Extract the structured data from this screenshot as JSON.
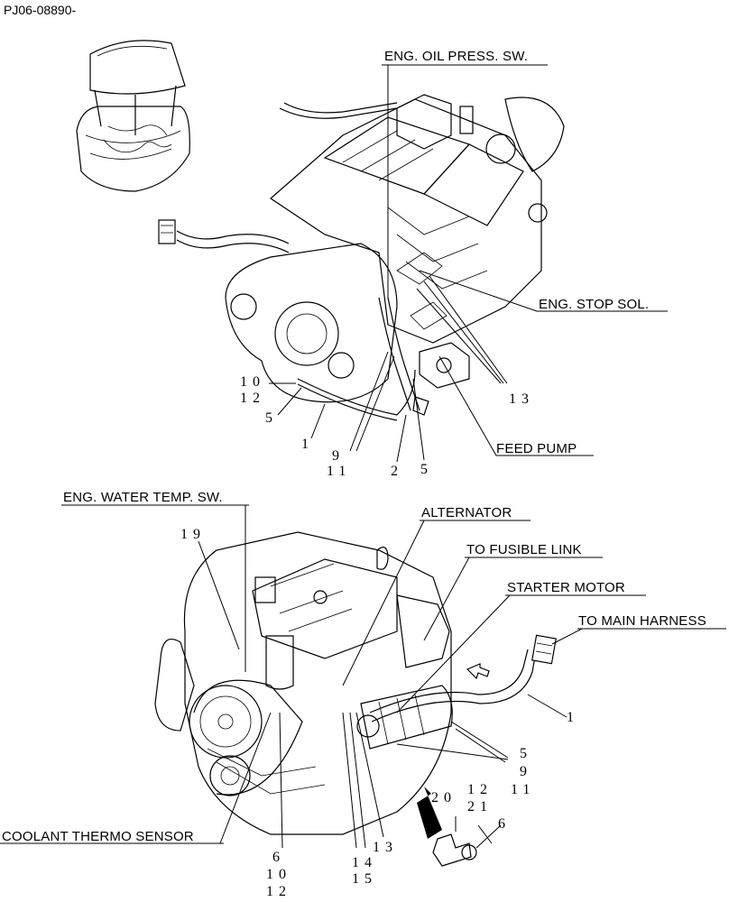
{
  "document_id": "PJ06-08890-",
  "callouts": {
    "eng_oil_press_sw": "ENG. OIL PRESS. SW.",
    "eng_stop_sol": "ENG. STOP SOL.",
    "feed_pump": "FEED PUMP",
    "eng_water_temp_sw": "ENG. WATER TEMP. SW.",
    "alternator": "ALTERNATOR",
    "to_fusible_link": "TO FUSIBLE LINK",
    "starter_motor": "STARTER MOTOR",
    "to_main_harness": "TO MAIN HARNESS",
    "coolant_thermo_sensor": "COOLANT THERMO SENSOR"
  },
  "part_numbers": {
    "top": {
      "n10": "10",
      "n12": "12",
      "n5a": "5",
      "n1": "1",
      "n9": "9",
      "n11": "11",
      "n2": "2",
      "n5b": "5",
      "n13": "13"
    },
    "bottom": {
      "n19": "19",
      "n1": "1",
      "n5": "5",
      "n9": "9",
      "n11": "11",
      "n12": "12",
      "n21": "21",
      "n20": "20",
      "n6a": "6",
      "n13": "13",
      "n14": "14",
      "n15": "15",
      "n6b": "6",
      "n10": "10",
      "n12b": "12"
    }
  }
}
